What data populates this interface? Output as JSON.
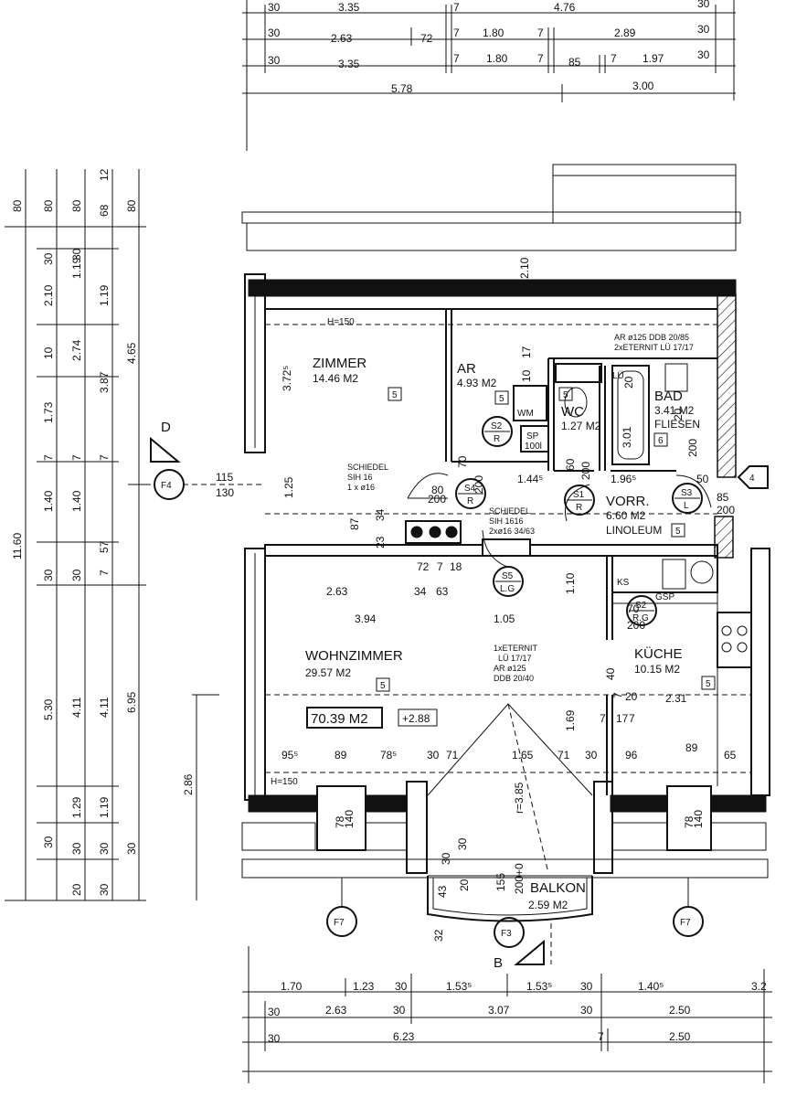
{
  "rooms": [
    {
      "id": "zimmer",
      "name": "ZIMMER",
      "area": "14.46 M2",
      "code": "5"
    },
    {
      "id": "ar",
      "name": "AR",
      "area": "4.93 M2",
      "code": "5"
    },
    {
      "id": "wc",
      "name": "WC",
      "area": "1.27 M2",
      "code": "5"
    },
    {
      "id": "bad",
      "name": "BAD",
      "area": "3.41 M2",
      "sub": "FLIESEN",
      "code": "6"
    },
    {
      "id": "vorr",
      "name": "VORR.",
      "area": "6.60 M2",
      "sub": "LINOLEUM",
      "code": "5"
    },
    {
      "id": "wohn",
      "name": "WOHNZIMMER",
      "area": "29.57 M2",
      "code": "5"
    },
    {
      "id": "kueche",
      "name": "KÜCHE",
      "area": "10.15 M2",
      "code": "5"
    },
    {
      "id": "balkon",
      "name": "BALKON",
      "area": "2.59 M2"
    }
  ],
  "totals": {
    "area": "70.39 M2",
    "level": "+2.88"
  },
  "heights": {
    "h1": "H=150",
    "h2": "H=150"
  },
  "labels": {
    "schiedel1": [
      "SCHIEDEL",
      "SIH 16",
      "1 x ø16"
    ],
    "schiedel2": [
      "SCHIEDEL",
      "SIH 1616",
      "2xø16 34/63"
    ],
    "ar_note_top": [
      "AR ø125 DDB 20/85",
      "2xETERNIT LÜ 17/17"
    ],
    "ar_note_mid": [
      "1xETERNIT",
      "LÜ 17/17",
      "AR ø125",
      "DDB 20/40"
    ],
    "wm": "WM",
    "sp": "SP",
    "sp_val": "100l",
    "lu": "LÜ",
    "ks": "KS",
    "gsp": "GSP",
    "section_d": "D",
    "section_b": "B"
  },
  "symbols": [
    {
      "id": "s2a",
      "top": "S2",
      "bot": "R"
    },
    {
      "id": "s4",
      "top": "S4",
      "bot": "R"
    },
    {
      "id": "s1",
      "top": "S1",
      "bot": "R"
    },
    {
      "id": "s3",
      "top": "S3",
      "bot": "L"
    },
    {
      "id": "s5",
      "top": "S5",
      "bot": "L.G"
    },
    {
      "id": "s2b",
      "top": "S2",
      "bot": "R.G"
    }
  ],
  "facades": [
    "F4",
    "F7",
    "F3",
    "F7"
  ],
  "entry": "4",
  "dims_top": {
    "row1": [
      "30",
      "3.35",
      "7",
      "4.76",
      "30"
    ],
    "row2": [
      "30",
      "2.63",
      "72",
      "7",
      "1.80",
      "7",
      "2.89",
      "30"
    ],
    "row3": [
      "30",
      "3.35",
      "7",
      "1.80",
      "7",
      "85",
      "7",
      "1.97",
      "30"
    ],
    "row4": [
      "5.78",
      "3.00"
    ]
  },
  "dims_bottom": {
    "row1": [
      "1.70",
      "1.23",
      "30",
      "1.53⁵",
      "1.53⁵",
      "30",
      "1.40⁵",
      "3.2"
    ],
    "row2": [
      "30",
      "2.63",
      "30",
      "3.07",
      "30",
      "2.50"
    ],
    "row3": [
      "30",
      "6.23",
      "7",
      "2.50"
    ]
  },
  "dims_left": {
    "c1": [
      "80",
      "30",
      "2.10",
      "10",
      "1.73",
      "7",
      "1.40",
      "30",
      "5.30",
      "30",
      "20"
    ],
    "c2": [
      "80",
      "1.19",
      "2.74",
      "7",
      "1.40",
      "30",
      "4.11",
      "1.29",
      "30",
      "30"
    ],
    "c3": [
      "80",
      "30",
      "3.87",
      "7",
      "57",
      "7",
      "4.11",
      "1.19",
      "30"
    ],
    "c4": [
      "68",
      "1.19",
      "12",
      "30"
    ],
    "c5": [
      "80",
      "4.65",
      "6.95",
      "30"
    ],
    "total": "11.60",
    "extra": "2.86"
  },
  "dims_inner": [
    "3.72⁵",
    "1.25",
    "87",
    "34",
    "23",
    "2.10",
    "17",
    "10",
    "70",
    "200",
    "60",
    "200",
    "1.44⁵",
    "1.96⁵",
    "20",
    "3.01",
    "20",
    "200",
    "50",
    "85",
    "200",
    "80",
    "200",
    "72",
    "7",
    "18",
    "34",
    "63",
    "2.63",
    "3.94",
    "1.05",
    "1.10",
    "70",
    "200",
    "40",
    "7",
    "1.69",
    "20",
    "2.31",
    "7",
    "17",
    "7",
    "95⁵",
    "89",
    "78⁵",
    "30",
    "71",
    "1.65",
    "71",
    "30",
    "96",
    "89",
    "65",
    "78",
    "140",
    "78",
    "140",
    "30",
    "30",
    "43",
    "20",
    "155",
    "200+0",
    "32",
    "r=3.85",
    "115",
    "130"
  ]
}
